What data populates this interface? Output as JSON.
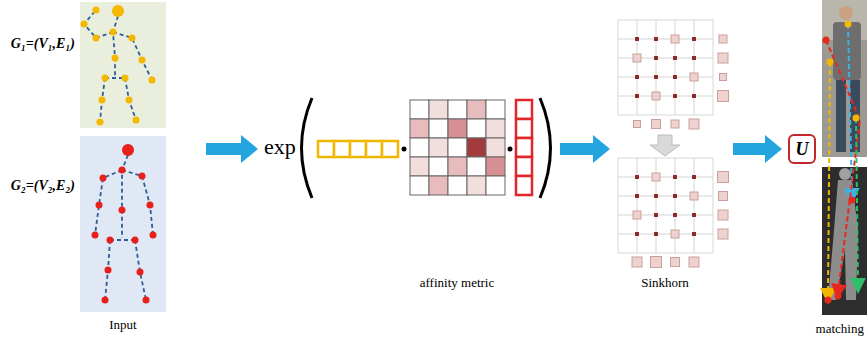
{
  "diagram": {
    "nodes": [
      {
        "text": [
          "G₁=(V₁,E₁)"
        ]
      },
      {
        "text": [
          "G₂=(V₂,E₂)"
        ]
      },
      {
        "text": [
          "U"
        ]
      }
    ],
    "labels": [
      "Input",
      "exp",
      "affinity metric",
      "Sinkhorn",
      "matching"
    ]
  }
}
